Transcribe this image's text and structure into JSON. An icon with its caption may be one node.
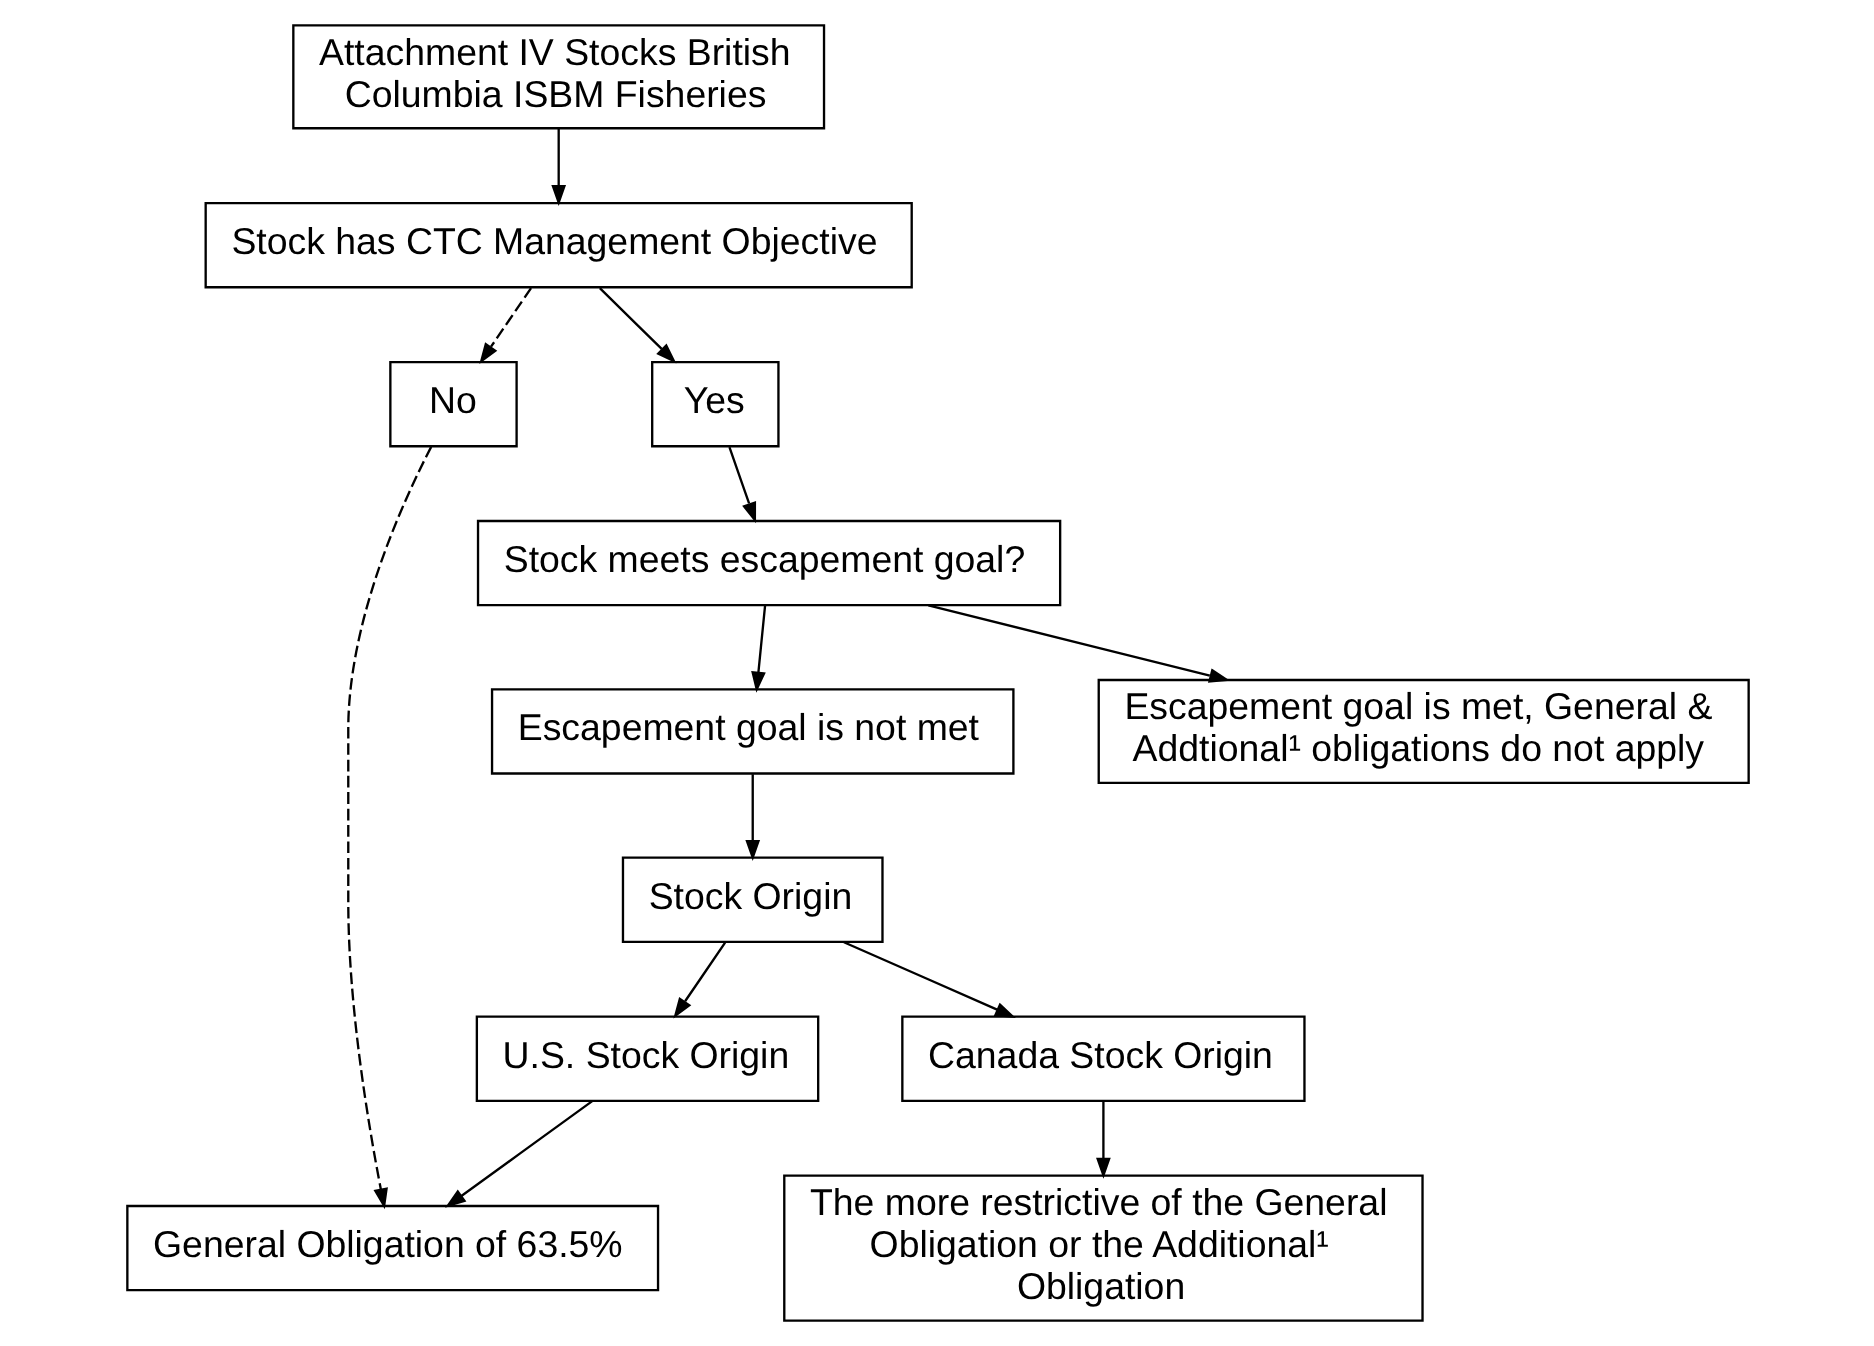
{
  "diagram": {
    "nodes": [
      {
        "text": [
          "Attachment IV Stocks British Columbia ISBM Fisheries"
        ]
      },
      {
        "text": [
          "Stock has CTC Management Objective"
        ]
      },
      {
        "text": [
          "No"
        ]
      },
      {
        "text": [
          "Yes"
        ]
      },
      {
        "text": [
          "Stock meets escapement goal?"
        ]
      },
      {
        "text": [
          "Escapement goal is not met"
        ]
      },
      {
        "text": [
          "Escapement goal is met, General & Addtional¹ obligations do not apply"
        ]
      },
      {
        "text": [
          "Stock Origin"
        ]
      },
      {
        "text": [
          "U.S. Stock Origin"
        ]
      },
      {
        "text": [
          "Canada Stock Origin"
        ]
      },
      {
        "text": [
          "General Obligation of 63.5%"
        ]
      },
      {
        "text": [
          "The more restrictive of the General Obligation or the Additional¹ Obligation"
        ]
      }
    ],
    "edges": [
      {
        "from": 0,
        "to": 1,
        "arrow": "to"
      },
      {
        "from": 1,
        "to": 2,
        "arrow": "to",
        "style": "dashed"
      },
      {
        "from": 1,
        "to": 3,
        "arrow": "to"
      },
      {
        "from": 3,
        "to": 4,
        "arrow": "to"
      },
      {
        "from": 4,
        "to": 5,
        "arrow": "to"
      },
      {
        "from": 4,
        "to": 6,
        "arrow": "to"
      },
      {
        "from": 5,
        "to": 7,
        "arrow": "to"
      },
      {
        "from": 7,
        "to": 8,
        "arrow": "to"
      },
      {
        "from": 7,
        "to": 9,
        "arrow": "to"
      },
      {
        "from": 9,
        "to": 11,
        "arrow": "to"
      },
      {
        "from": 8,
        "to": 10,
        "arrow": "to"
      },
      {
        "from": 2,
        "to": 10,
        "arrow": "to",
        "style": "dashed"
      }
    ]
  }
}
